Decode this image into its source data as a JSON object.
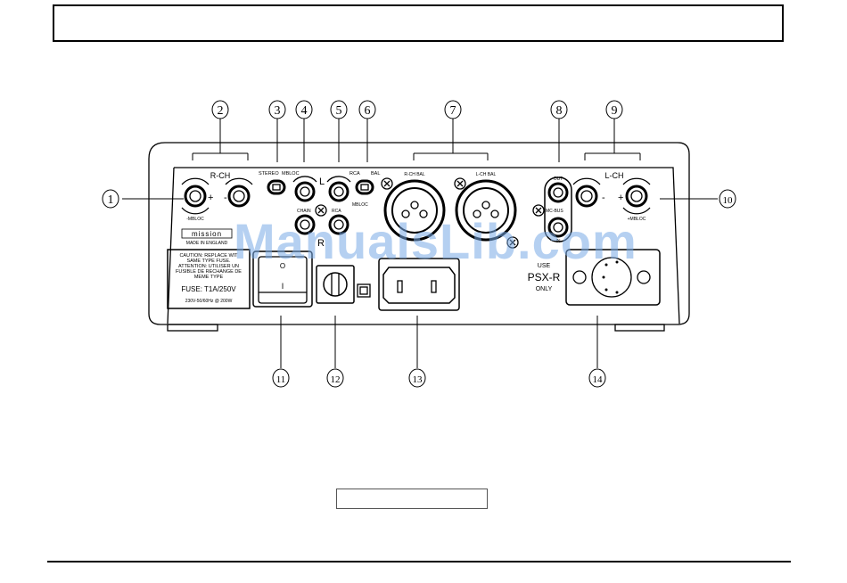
{
  "page": {
    "header_title": "",
    "caption": "",
    "watermark": "ManualsLib.com"
  },
  "callouts": [
    {
      "n": "1"
    },
    {
      "n": "2"
    },
    {
      "n": "3"
    },
    {
      "n": "4"
    },
    {
      "n": "5"
    },
    {
      "n": "6"
    },
    {
      "n": "7"
    },
    {
      "n": "8"
    },
    {
      "n": "9"
    },
    {
      "n": "10"
    },
    {
      "n": "11"
    },
    {
      "n": "12"
    },
    {
      "n": "13"
    },
    {
      "n": "14"
    }
  ],
  "panel_labels": {
    "r_ch": "R-CH",
    "r_plus": "+",
    "r_minus": "-",
    "r_mbloc": "-MBLOC",
    "stereo": "STEREO",
    "mbloc": "MBLOC",
    "l": "L",
    "r": "R",
    "chain": "CHAIN",
    "rca_upper": "RCA",
    "rca_lower": "RCA",
    "mbloc_small": "MBLOC",
    "bal": "BAL",
    "r_ch_bal": "R-CH BAL",
    "l_ch_bal": "L-CH BAL",
    "out": "OUT",
    "mc_bus": "MC-BUS",
    "in": "IN",
    "l_ch": "L-CH",
    "l_minus": "-",
    "l_plus": "+",
    "l_mbloc": "+MBLOC",
    "brand": "mission",
    "made_in": "MADE IN ENGLAND",
    "use": "USE",
    "psx_r": "PSX-R",
    "only": "ONLY",
    "switch_off": "O",
    "switch_on": "I"
  },
  "fuse_label": {
    "line1": "CAUTION: REPLACE WIT",
    "line2": "SAME TYPE FUSE.",
    "line3": "ATTENTION: UTILISER UN",
    "line4": "FUSIBLE DE RECHANGE DE",
    "line5": "MEME TYPE",
    "fuse": "FUSE: T1A/250V",
    "rating": "230V-50/60Hz @ 200W"
  }
}
